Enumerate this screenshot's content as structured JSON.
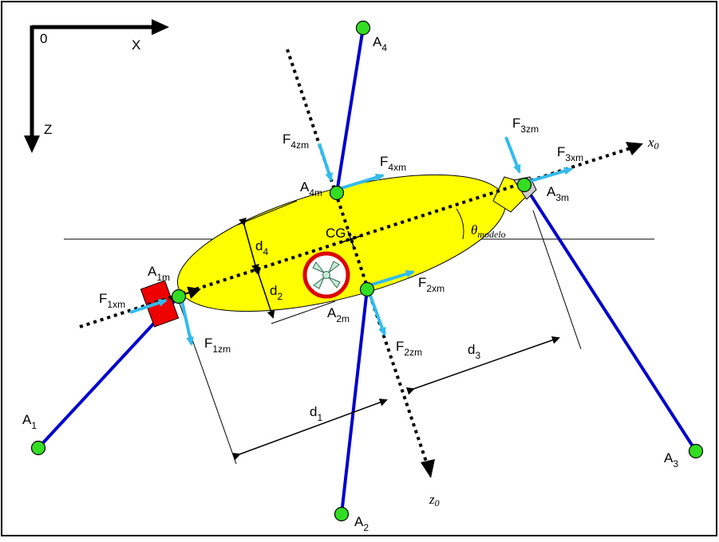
{
  "axes": {
    "origin": "0",
    "x": "X",
    "z": "Z"
  },
  "body_axes": {
    "x0": {
      "main": "x",
      "sub": "0"
    },
    "z0": {
      "main": "z",
      "sub": "0"
    }
  },
  "cg": "CG",
  "theta": {
    "main": "θ",
    "sub": "modelo"
  },
  "anchors": {
    "A1": {
      "main": "A",
      "sub": "1"
    },
    "A2": {
      "main": "A",
      "sub": "2"
    },
    "A3": {
      "main": "A",
      "sub": "3"
    },
    "A4": {
      "main": "A",
      "sub": "4"
    }
  },
  "attach_points": {
    "A1m": {
      "main": "A",
      "sub": "1m"
    },
    "A2m": {
      "main": "A",
      "sub": "2m"
    },
    "A3m": {
      "main": "A",
      "sub": "3m"
    },
    "A4m": {
      "main": "A",
      "sub": "4m"
    }
  },
  "forces": {
    "F1xm": {
      "main": "F",
      "sub": "1xm"
    },
    "F1zm": {
      "main": "F",
      "sub": "1zm"
    },
    "F2xm": {
      "main": "F",
      "sub": "2xm"
    },
    "F2zm": {
      "main": "F",
      "sub": "2zm"
    },
    "F3xm": {
      "main": "F",
      "sub": "3xm"
    },
    "F3zm": {
      "main": "F",
      "sub": "3zm"
    },
    "F4xm": {
      "main": "F",
      "sub": "4xm"
    },
    "F4zm": {
      "main": "F",
      "sub": "4zm"
    }
  },
  "distances": {
    "d1": {
      "main": "d",
      "sub": "1"
    },
    "d2": {
      "main": "d",
      "sub": "2"
    },
    "d3": {
      "main": "d",
      "sub": "3"
    },
    "d4": {
      "main": "d",
      "sub": "4"
    }
  },
  "colors": {
    "hull": "#ffff00",
    "cable": "#0000cc",
    "node": "#33dd22",
    "force": "#33bbee",
    "propeller_ring": "#dd0000",
    "motor_box": "#ee0000",
    "frame": "#000000"
  }
}
